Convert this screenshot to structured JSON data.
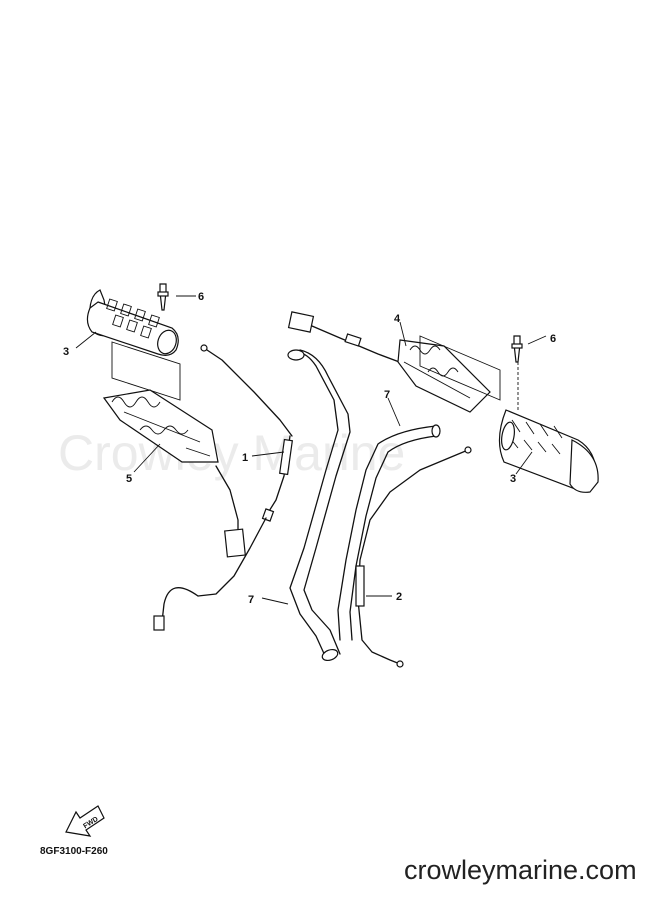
{
  "watermark": "Crowley Marine",
  "diagram_code": "8GF3100-F260",
  "site_name": "crowleymarine.com",
  "fwd_label": "FWD",
  "callouts": {
    "c1": "1",
    "c2": "2",
    "c3_left": "3",
    "c3_right": "3",
    "c4": "4",
    "c5": "5",
    "c6_left": "6",
    "c6_right": "6",
    "c7_top": "7",
    "c7_bottom": "7"
  }
}
